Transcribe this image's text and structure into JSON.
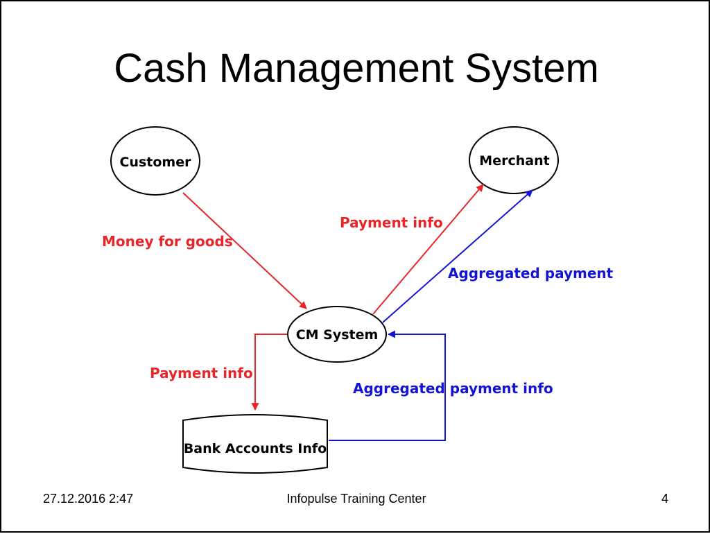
{
  "slide": {
    "title": "Cash Management System",
    "footer": {
      "datetime": "27.12.2016 2:47",
      "center": "Infopulse Training Center",
      "page_number": "4"
    }
  },
  "diagram": {
    "nodes": {
      "customer": "Customer",
      "merchant": "Merchant",
      "cm_system": "CM System",
      "bank_accounts": "Bank Accounts Info"
    },
    "flows": {
      "money_for_goods": "Money for goods",
      "payment_info_to_merchant": "Payment info",
      "aggregated_payment": "Aggregated payment",
      "payment_info_to_bank": "Payment info",
      "aggregated_payment_info": "Aggregated payment info"
    },
    "colors": {
      "red_flow": "#e8262a",
      "blue_flow": "#1414d2",
      "outline": "#000000"
    }
  }
}
